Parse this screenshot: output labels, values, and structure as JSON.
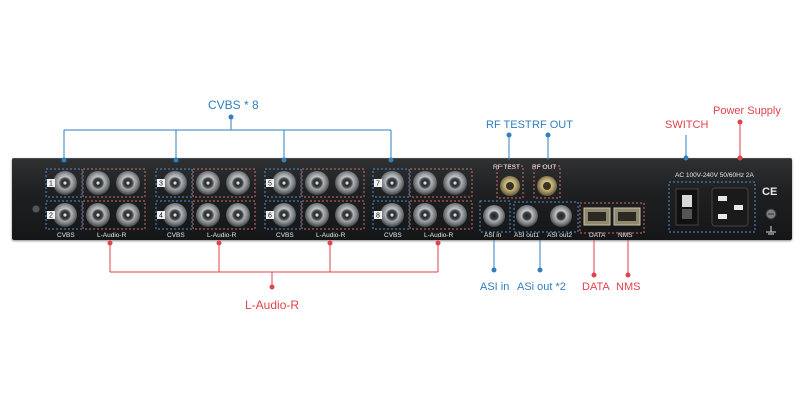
{
  "labels": {
    "cvbs_group": "CVBS * 8",
    "l_audio_r_group": "L-Audio-R",
    "rf_test": "RF TEST",
    "rf_out": "RF OUT",
    "switch": "SWITCH",
    "power_supply": "Power Supply",
    "asi_in": "ASI in",
    "asi_out": "ASi out *2",
    "data": "DATA",
    "nms": "NMS"
  },
  "panel": {
    "cvbs": "CVBS",
    "l_audio_r": "L-Audio-R",
    "rf_test": "RF TEST",
    "rf_out": "RF OUT",
    "asi_in": "ASI in",
    "asi_out1": "ASI out1",
    "asi_out2": "ASI out2",
    "data": "DATA",
    "nms": "NMS",
    "ac_rating": "AC 100V-240V 50/60Hz 2A",
    "ce": "CE",
    "port_numbers": [
      "1",
      "2",
      "3",
      "4",
      "5",
      "6",
      "7",
      "8"
    ]
  },
  "colors": {
    "blue_callout": "#2f7fc1",
    "red_callout": "#e0434b",
    "panel": "#1e2021"
  }
}
